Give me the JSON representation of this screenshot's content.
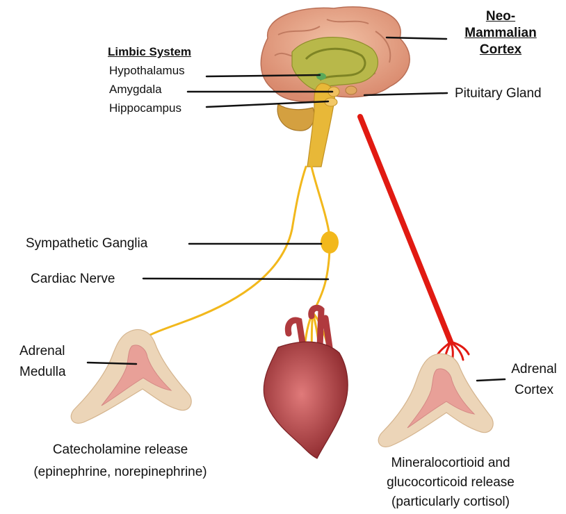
{
  "labels": {
    "limbic_heading": "Limbic System",
    "hypothalamus": "Hypothalamus",
    "amygdala": "Amygdala",
    "hippocampus": "Hippocampus",
    "neo_line1": "Neo-",
    "neo_line2": "Mammalian",
    "neo_line3": "Cortex",
    "pituitary": "Pituitary Gland",
    "sympathetic_ganglia": "Sympathetic Ganglia",
    "cardiac_nerve": "Cardiac Nerve",
    "adrenal_medulla_line1": "Adrenal",
    "adrenal_medulla_line2": "Medulla",
    "adrenal_cortex_line1": "Adrenal",
    "adrenal_cortex_line2": "Cortex",
    "catecholamine_line1": "Catecholamine release",
    "catecholamine_line2": "(epinephrine, norepinephrine)",
    "mineralo_line1": "Mineralocortioid and",
    "mineralo_line2": "glucocorticoid release",
    "mineralo_line3": "(particularly cortisol)"
  },
  "colors": {
    "nerve": "#f2b81c",
    "hormone_pathway": "#e11a12",
    "brain": "#e8a888",
    "limbic": "#a8b038",
    "gland_outer": "#ecd5b8",
    "gland_inner": "#e89a94",
    "heart": "#c8484c",
    "leader_line": "#111111"
  }
}
